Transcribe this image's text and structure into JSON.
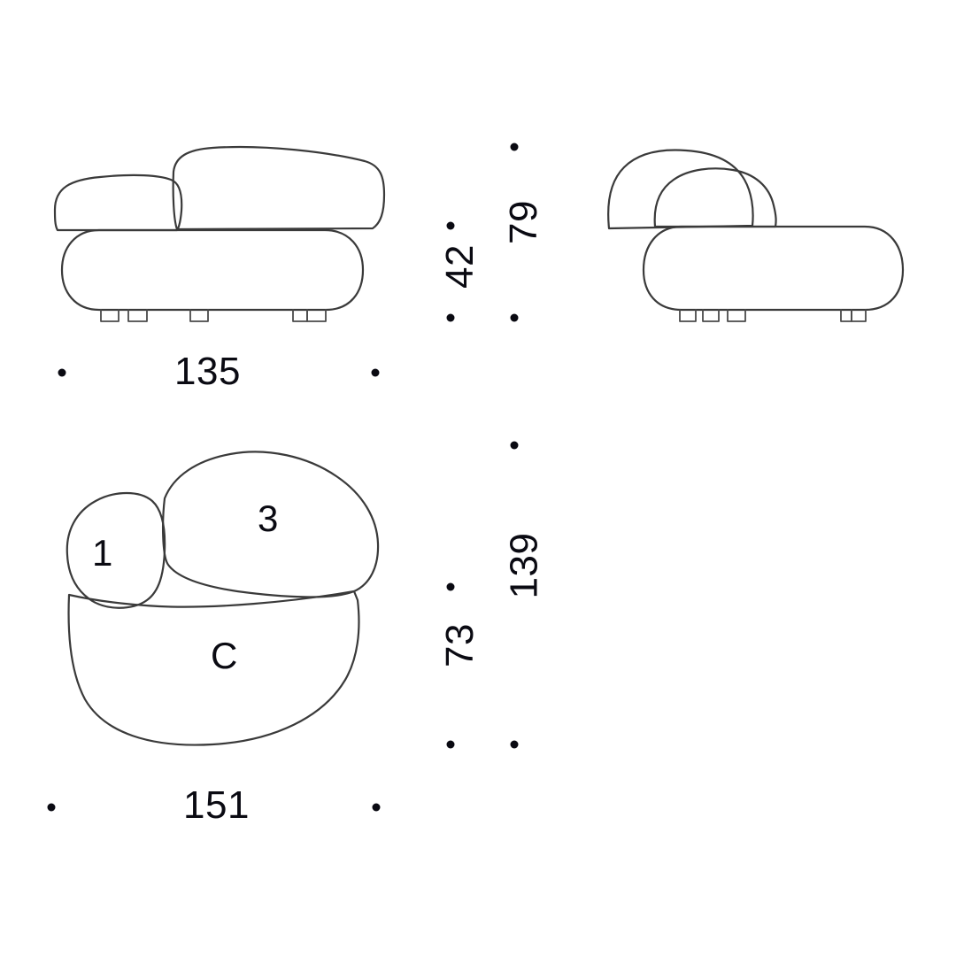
{
  "sheet": {
    "background_color": "#ffffff",
    "line_color": "#3a3a3a",
    "text_color": "#0a0a12"
  },
  "views": {
    "front_elevation": {
      "name": "front-elevation",
      "description": "Side-on elevation of modular sofa with backrest, armrest and base"
    },
    "side_elevation": {
      "name": "side-elevation",
      "description": "End elevation of modular sofa showing stacked back cushions"
    },
    "plan": {
      "name": "plan-view",
      "description": "Top-down plan of sofa module with seat and two back cushions"
    }
  },
  "dimensions": {
    "width_front": "135",
    "height_seat": "42",
    "height_total": "79",
    "depth_total": "151",
    "depth_seat": "73",
    "depth_overall": "139"
  },
  "cushion_labels": {
    "arm": "1",
    "back": "3",
    "seat": "C"
  }
}
